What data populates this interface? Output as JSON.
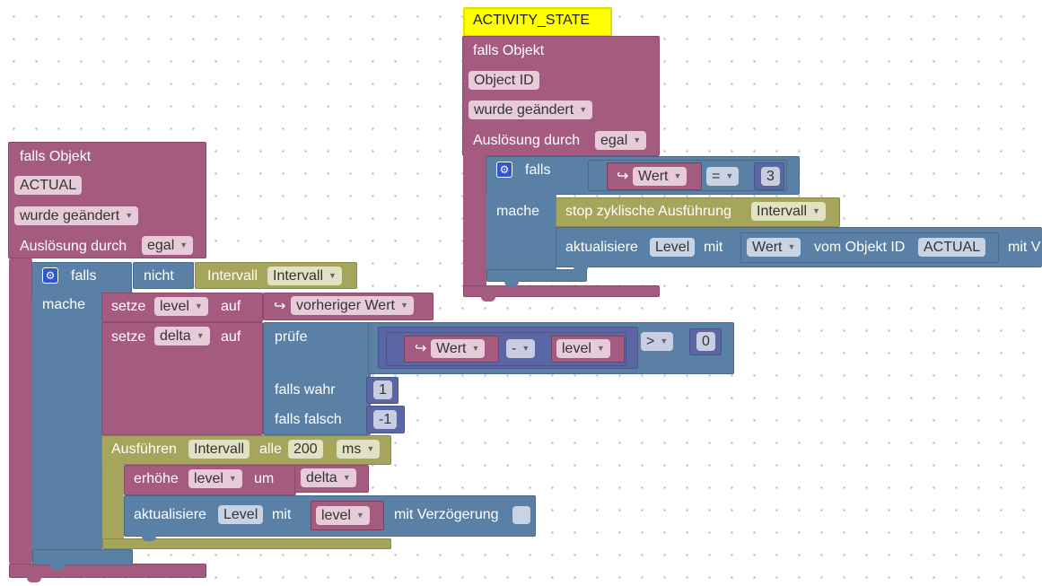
{
  "left": {
    "trigger": {
      "title": "falls Objekt",
      "object": "ACTUAL",
      "event": "wurde geändert",
      "by_label": "Auslösung durch",
      "by_value": "egal"
    },
    "if": {
      "label": "falls",
      "not": "nicht",
      "interval_label": "Intervall",
      "interval_var": "Intervall",
      "do": "mache"
    },
    "set_level": {
      "label": "setze",
      "var": "level",
      "to": "auf",
      "value": "vorheriger Wert"
    },
    "set_delta": {
      "label": "setze",
      "var": "delta",
      "to": "auf",
      "check": "prüfe",
      "value_var": "Wert",
      "minus": "-",
      "level_var": "level",
      "op": ">",
      "zero": "0",
      "if_true": "falls wahr",
      "true_val": "1",
      "if_false": "falls falsch",
      "false_val": "-1"
    },
    "exec": {
      "label": "Ausführen",
      "interval": "Intervall",
      "every": "alle",
      "ms_value": "200",
      "unit": "ms"
    },
    "increase": {
      "label": "erhöhe",
      "var": "level",
      "by": "um",
      "amount": "delta"
    },
    "update": {
      "label": "aktualisiere",
      "target": "Level",
      "with": "mit",
      "var": "level",
      "delay": "mit Verzögerung"
    }
  },
  "right": {
    "hat": "ACTIVITY_STATE",
    "trigger": {
      "title": "falls Objekt",
      "object": "Object ID",
      "event": "wurde geändert",
      "by_label": "Auslösung durch",
      "by_value": "egal"
    },
    "if": {
      "label": "falls",
      "value_var": "Wert",
      "op": "=",
      "num": "3",
      "do": "mache"
    },
    "stop": {
      "label": "stop zyklische Ausführung",
      "interval": "Intervall"
    },
    "update": {
      "label": "aktualisiere",
      "target": "Level",
      "with": "mit",
      "value_var": "Wert",
      "from": "vom Objekt ID",
      "object": "ACTUAL",
      "tail": "mit V"
    }
  }
}
